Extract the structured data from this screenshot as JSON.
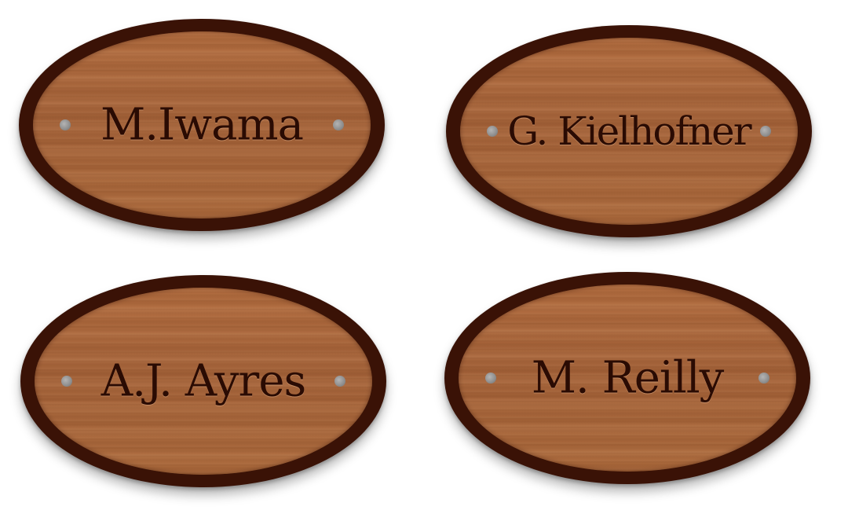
{
  "plaques": [
    {
      "name": "M.Iwama"
    },
    {
      "name": "G. Kielhofner"
    },
    {
      "name": "A.J. Ayres"
    },
    {
      "name": "M. Reilly"
    }
  ],
  "colors": {
    "frame": "#3a1206",
    "wood": "#a7653a",
    "text": "#2a0b03",
    "screw": "#8e8e8e"
  }
}
